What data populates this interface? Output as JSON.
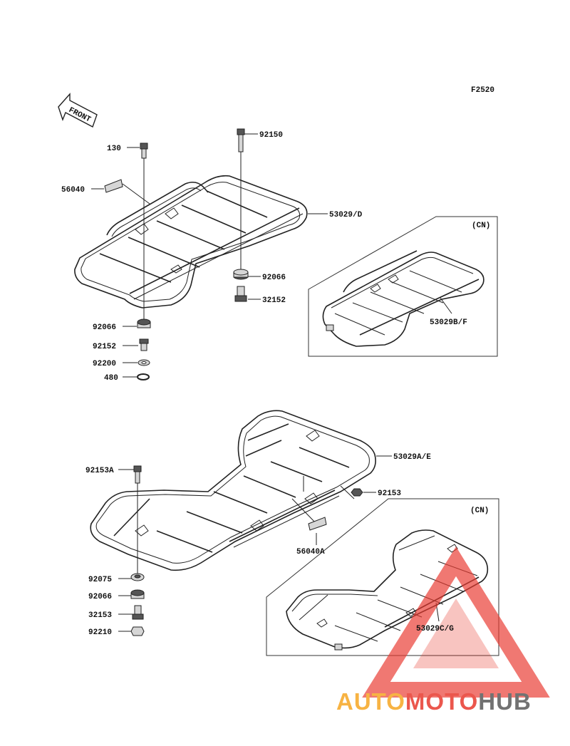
{
  "figure_code": "F2520",
  "front_arrow_label": "FRONT",
  "labels": {
    "l130": "130",
    "l92150": "92150",
    "l56040": "56040",
    "l53029D": "53029/D",
    "l92066a": "92066",
    "l32152": "32152",
    "l92066b": "92066",
    "l92152": "92152",
    "l92200": "92200",
    "l480": "480",
    "lCN1": "(CN)",
    "l53029BF": "53029B/F",
    "l53029AE": "53029A/E",
    "l92153A": "92153A",
    "l92153": "92153",
    "l56040A": "56040A",
    "l92075": "92075",
    "l92066c": "92066",
    "l32153": "32153",
    "l92210": "92210",
    "lCN2": "(CN)",
    "l53029CG": "53029C/G"
  },
  "watermark": {
    "part1": "AUTO",
    "part2": "MOTO",
    "part3": "HUB",
    "color_orange": "#f6a623",
    "color_red": "#e83a2f",
    "color_gray": "#5a5a5a"
  }
}
